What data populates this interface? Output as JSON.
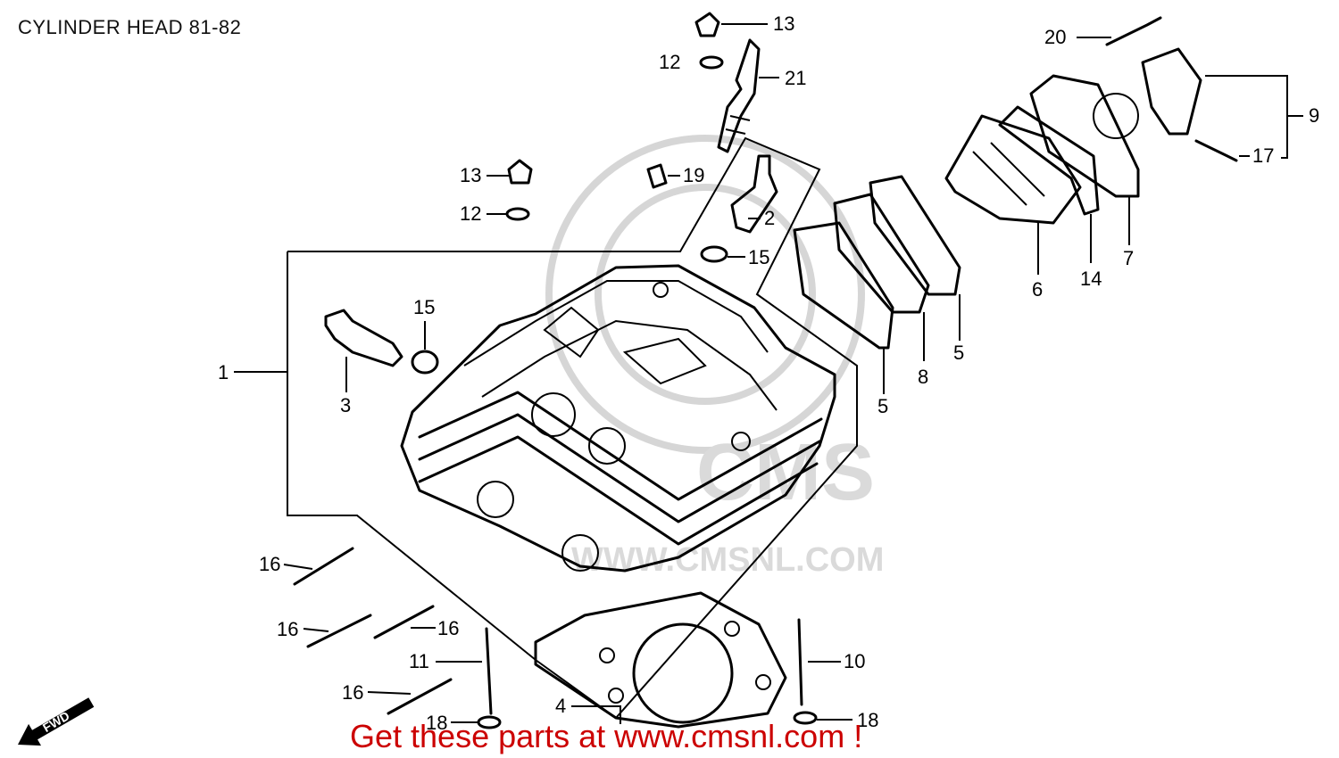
{
  "title": "CYLINDER HEAD 81-82",
  "footer": "Get these parts at www.cmsnl.com !",
  "fwd_label": "FWD",
  "watermark": {
    "brand": "CMS",
    "url": "WWW.CMSNL.COM"
  },
  "callouts": {
    "c13a": "13",
    "c12a": "12",
    "c21": "21",
    "c20": "20",
    "c9": "9",
    "c17": "17",
    "c13b": "13",
    "c12b": "12",
    "c19": "19",
    "c2": "2",
    "c15a": "15",
    "c15b": "15",
    "c1": "1",
    "c3": "3",
    "c5a": "5",
    "c8": "8",
    "c5b": "5",
    "c6": "6",
    "c14": "14",
    "c7": "7",
    "c16a": "16",
    "c16b": "16",
    "c16c": "16",
    "c16d": "16",
    "c11": "11",
    "c10": "10",
    "c4": "4",
    "c18a": "18",
    "c18b": "18"
  },
  "colors": {
    "line": "#000000",
    "footer": "#cc0000",
    "watermark": "#d6d6d6"
  }
}
